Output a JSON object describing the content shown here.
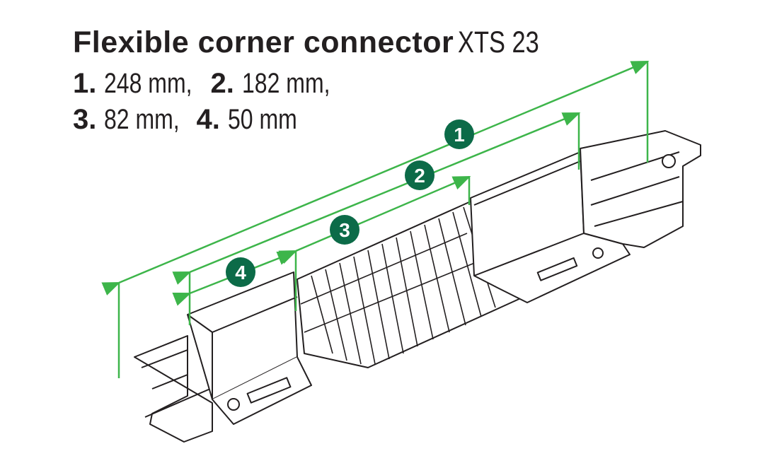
{
  "title": {
    "bold": "Flexible corner connector",
    "model": "XTS 23"
  },
  "dimensions": [
    {
      "num": "1.",
      "value": "248 mm,"
    },
    {
      "num": "2.",
      "value": "182 mm,"
    },
    {
      "num": "3.",
      "value": "82 mm,"
    },
    {
      "num": "4.",
      "value": "50 mm"
    }
  ],
  "badges": [
    "1",
    "2",
    "3",
    "4"
  ],
  "colors": {
    "dimension_line": "#3db54a",
    "badge": "#0c6b48",
    "ink": "#231f20"
  }
}
